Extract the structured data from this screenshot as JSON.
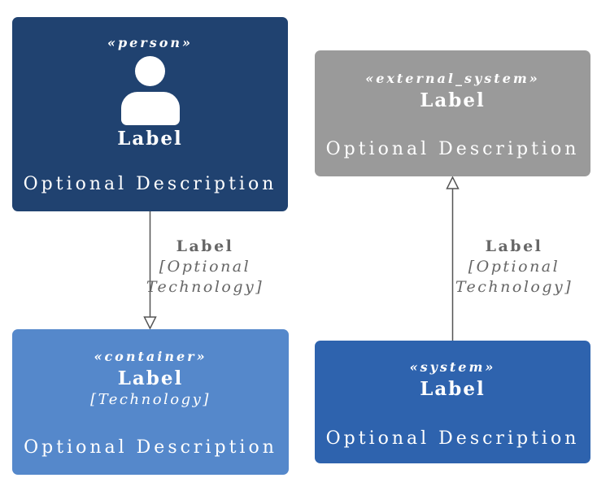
{
  "diagram": {
    "background_color": "#ffffff",
    "arrow_color": "#555555",
    "edge_label_color": "#666666"
  },
  "nodes": {
    "person": {
      "stereotype": "«person»",
      "label": "Label",
      "description": "Optional Description",
      "icon": "person-icon",
      "color": "#204270",
      "text_color": "#ffffff"
    },
    "external_system": {
      "stereotype": "«external_system»",
      "label": "Label",
      "description": "Optional Description",
      "color": "#9a9a9a",
      "text_color": "#ffffff"
    },
    "container": {
      "stereotype": "«container»",
      "label": "Label",
      "technology": "[Technology]",
      "description": "Optional Description",
      "color": "#5588cb",
      "text_color": "#ffffff"
    },
    "system": {
      "stereotype": "«system»",
      "label": "Label",
      "description": "Optional Description",
      "color": "#2e63ae",
      "text_color": "#ffffff"
    }
  },
  "edges": {
    "person_to_container": {
      "label": "Label",
      "technology": "[Optional\nTechnology]"
    },
    "system_to_external_system": {
      "label": "Label",
      "technology": "[Optional\nTechnology]"
    }
  }
}
